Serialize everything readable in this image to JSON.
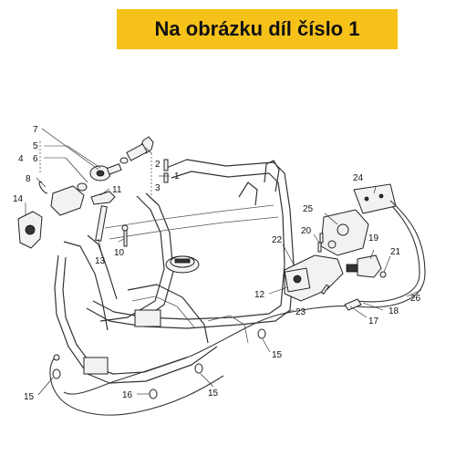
{
  "banner": {
    "text": "Na obrázku díl číslo 1",
    "background": "#f6c21a"
  },
  "callouts": {
    "c1": "1",
    "c2": "2",
    "c3": "3",
    "c4": "4",
    "c5": "5",
    "c6": "6",
    "c7": "7",
    "c8": "8",
    "c10": "10",
    "c11": "11",
    "c12": "12",
    "c13": "13",
    "c14": "14",
    "c15a": "15",
    "c15b": "15",
    "c15c": "15",
    "c16": "16",
    "c17": "17",
    "c18": "18",
    "c19": "19",
    "c20": "20",
    "c21": "21",
    "c22": "22",
    "c23": "23",
    "c24": "24",
    "c25": "25",
    "c26": "26"
  }
}
